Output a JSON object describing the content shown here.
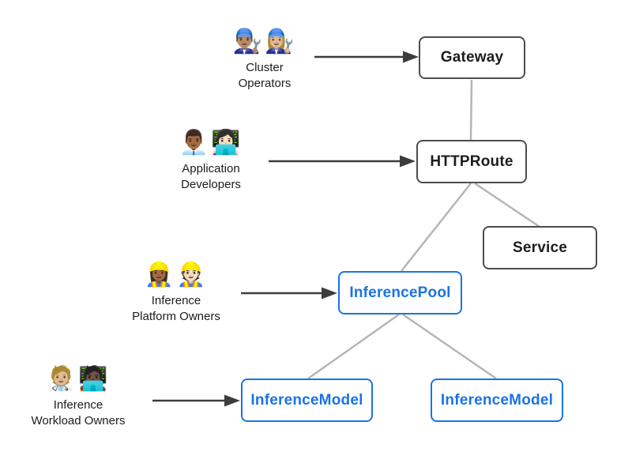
{
  "diagram": {
    "personas": [
      {
        "id": "cluster-operators",
        "emojis": "👨🏽‍🔧👩🏼‍🔧",
        "label": "Cluster\nOperators",
        "points_to": "Gateway"
      },
      {
        "id": "application-developers",
        "emojis": "👨🏾‍💼👩🏻‍💻",
        "label": "Application\nDevelopers",
        "points_to": "HTTPRoute"
      },
      {
        "id": "inference-platform-owners",
        "emojis": "👷🏾‍♀️👷🏻",
        "label": "Inference\nPlatform Owners",
        "points_to": "InferencePool"
      },
      {
        "id": "inference-workload-owners",
        "emojis": "🧑🏼‍⚕️🧑🏿‍💻",
        "label": "Inference\nWorkload Owners",
        "points_to": "InferenceModel"
      }
    ],
    "nodes": [
      {
        "id": "gateway",
        "label": "Gateway",
        "variant": "dark"
      },
      {
        "id": "httproute",
        "label": "HTTPRoute",
        "variant": "dark"
      },
      {
        "id": "service",
        "label": "Service",
        "variant": "dark"
      },
      {
        "id": "inference-pool",
        "label": "InferencePool",
        "variant": "blue"
      },
      {
        "id": "inference-model-left",
        "label": "InferenceModel",
        "variant": "blue"
      },
      {
        "id": "inference-model-right",
        "label": "InferenceModel",
        "variant": "blue"
      }
    ],
    "edges": [
      {
        "from": "Gateway",
        "to": "HTTPRoute"
      },
      {
        "from": "HTTPRoute",
        "to": "InferencePool"
      },
      {
        "from": "HTTPRoute",
        "to": "Service"
      },
      {
        "from": "InferencePool",
        "to": "InferenceModel (left)"
      },
      {
        "from": "InferencePool",
        "to": "InferenceModel (right)"
      }
    ]
  },
  "colors": {
    "node_dark_border": "#4d4d4d",
    "node_dark_text": "#1d1d1f",
    "node_blue": "#1a73e8",
    "connector": "#b5b5b5",
    "arrow": "#3d3d3d",
    "persona_text": "#1c1c1c",
    "background": "#ffffff"
  }
}
